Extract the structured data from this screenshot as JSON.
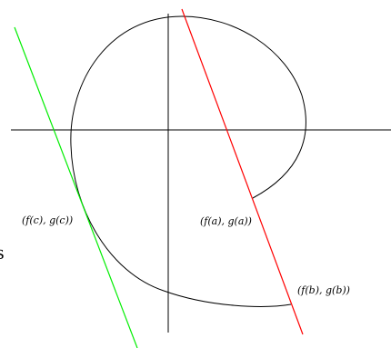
{
  "diagram": {
    "labels": {
      "point_c": "(f(c), g(c))",
      "point_a": "(f(a), g(a))",
      "point_b": "(f(b), g(b))",
      "edge_letter": "s"
    },
    "colors": {
      "axes": "#000000",
      "curve": "#000000",
      "red_line": "#ff0000",
      "green_line": "#00ee00"
    }
  }
}
